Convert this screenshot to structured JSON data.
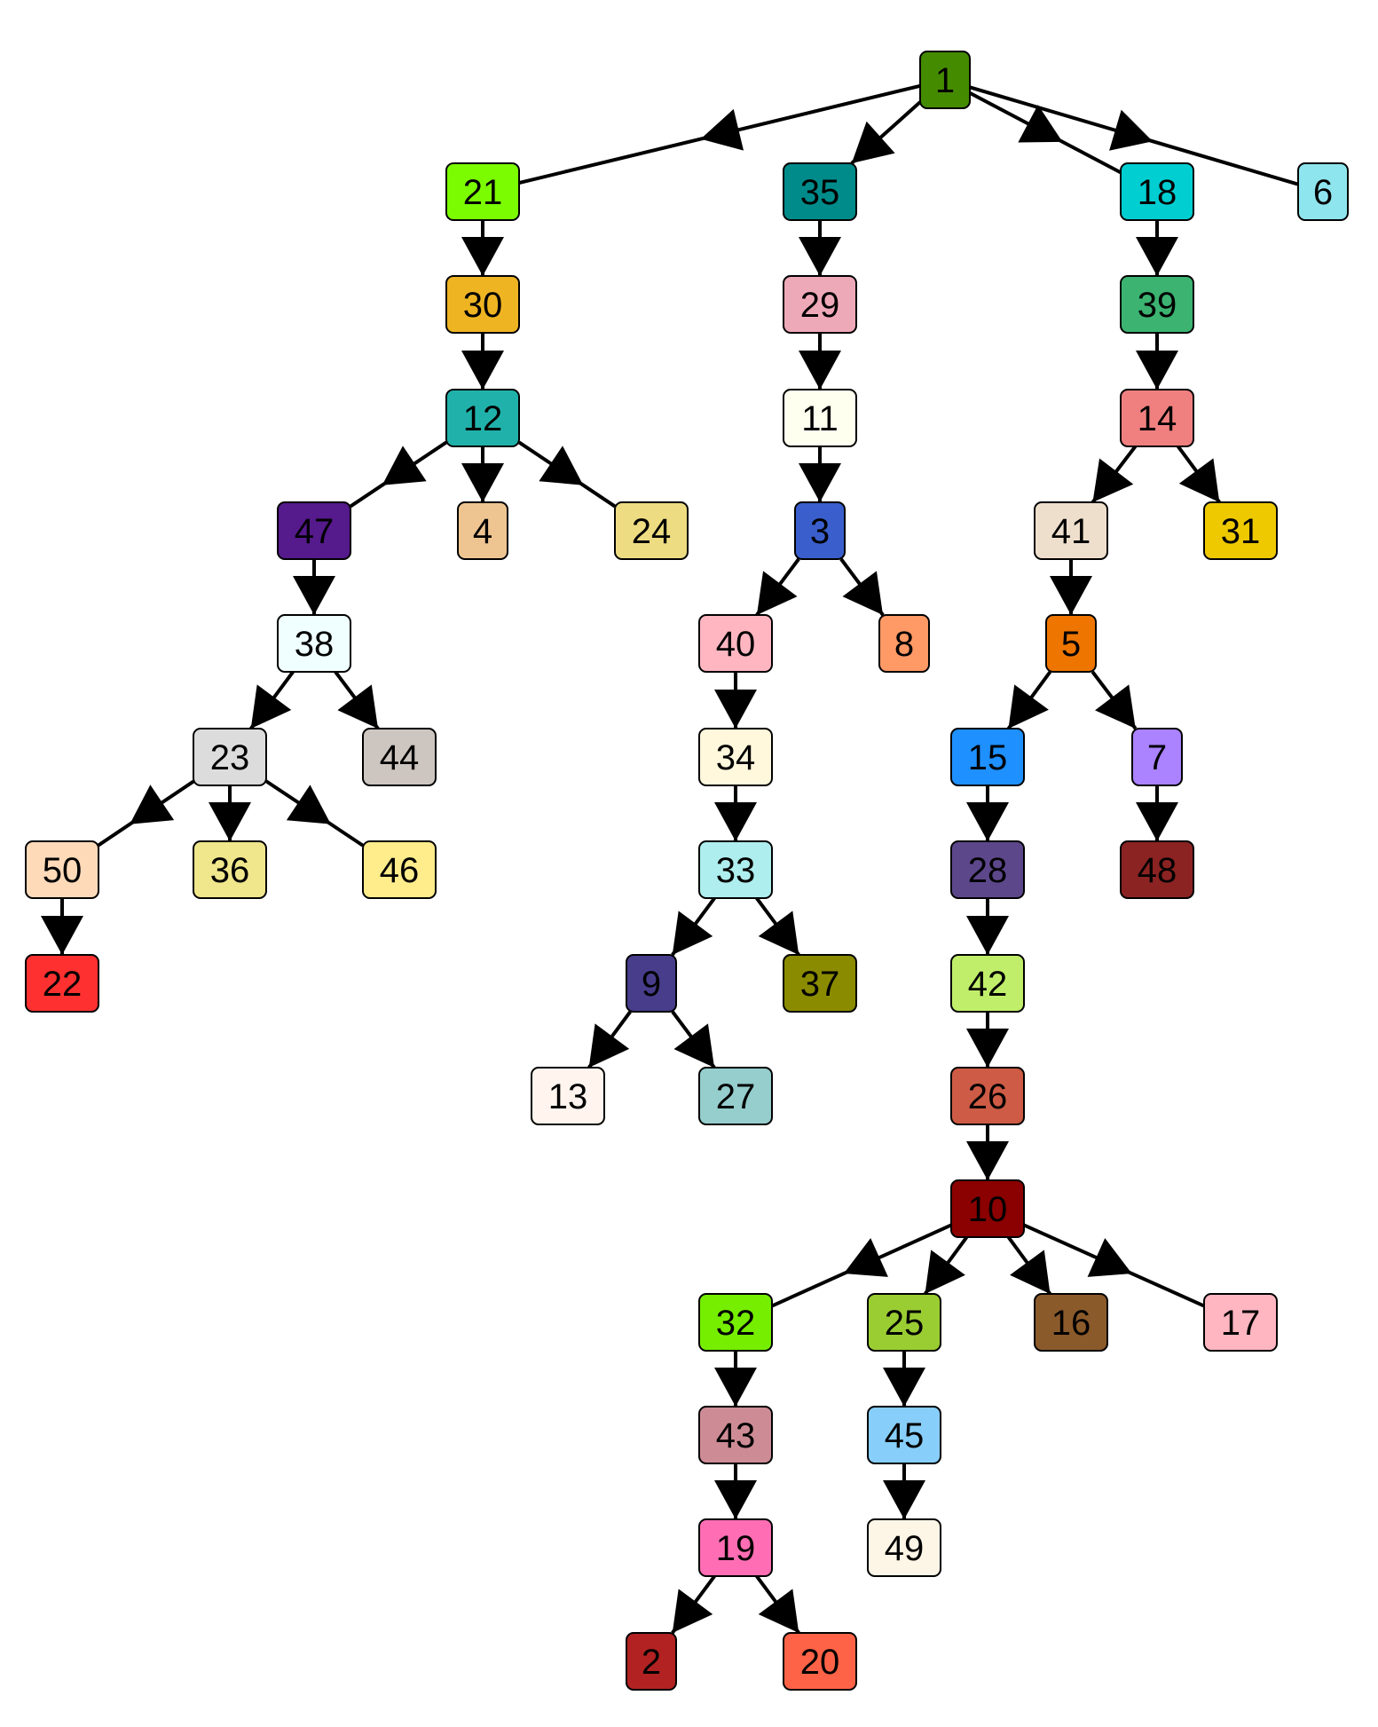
{
  "diagram": {
    "type": "tree",
    "edge_style": "directed-arrow",
    "nodes": [
      {
        "id": "1",
        "fill": "#458B00",
        "parent": null
      },
      {
        "id": "21",
        "fill": "#7CFC00",
        "parent": "1"
      },
      {
        "id": "35",
        "fill": "#008B8B",
        "parent": "1"
      },
      {
        "id": "18",
        "fill": "#00CED1",
        "parent": "1"
      },
      {
        "id": "6",
        "fill": "#8EE5EE",
        "parent": "1"
      },
      {
        "id": "30",
        "fill": "#EEB422",
        "parent": "21"
      },
      {
        "id": "12",
        "fill": "#20B2AA",
        "parent": "30"
      },
      {
        "id": "47",
        "fill": "#551A8B",
        "parent": "12"
      },
      {
        "id": "4",
        "fill": "#EEC591",
        "parent": "12"
      },
      {
        "id": "24",
        "fill": "#EEDC82",
        "parent": "12"
      },
      {
        "id": "38",
        "fill": "#F0FFFF",
        "parent": "47"
      },
      {
        "id": "23",
        "fill": "#DCDCDC",
        "parent": "38"
      },
      {
        "id": "44",
        "fill": "#CDC5BF",
        "parent": "38"
      },
      {
        "id": "50",
        "fill": "#FFDAB9",
        "parent": "23"
      },
      {
        "id": "36",
        "fill": "#F0E68C",
        "parent": "23"
      },
      {
        "id": "46",
        "fill": "#FFEC8B",
        "parent": "23"
      },
      {
        "id": "22",
        "fill": "#FF3030",
        "parent": "50"
      },
      {
        "id": "29",
        "fill": "#EEA9B8",
        "parent": "35"
      },
      {
        "id": "11",
        "fill": "#FFFFF0",
        "parent": "29"
      },
      {
        "id": "3",
        "fill": "#3A5FCD",
        "parent": "11"
      },
      {
        "id": "40",
        "fill": "#FFB6C1",
        "parent": "3"
      },
      {
        "id": "8",
        "fill": "#FF9966",
        "parent": "3"
      },
      {
        "id": "34",
        "fill": "#FFF8DC",
        "parent": "40"
      },
      {
        "id": "33",
        "fill": "#AEEEEE",
        "parent": "34"
      },
      {
        "id": "9",
        "fill": "#483D8B",
        "parent": "33"
      },
      {
        "id": "37",
        "fill": "#8B8B00",
        "parent": "33"
      },
      {
        "id": "13",
        "fill": "#FFF5EE",
        "parent": "9"
      },
      {
        "id": "27",
        "fill": "#96CDCD",
        "parent": "9"
      },
      {
        "id": "39",
        "fill": "#3CB371",
        "parent": "18"
      },
      {
        "id": "14",
        "fill": "#F08080",
        "parent": "39"
      },
      {
        "id": "41",
        "fill": "#EEDFCC",
        "parent": "14"
      },
      {
        "id": "31",
        "fill": "#EEC900",
        "parent": "14"
      },
      {
        "id": "5",
        "fill": "#EE7600",
        "parent": "41"
      },
      {
        "id": "15",
        "fill": "#1E90FF",
        "parent": "5"
      },
      {
        "id": "7",
        "fill": "#AB82FF",
        "parent": "5"
      },
      {
        "id": "48",
        "fill": "#8B2323",
        "parent": "7"
      },
      {
        "id": "28",
        "fill": "#5D478B",
        "parent": "15"
      },
      {
        "id": "42",
        "fill": "#C0EE6A",
        "parent": "28"
      },
      {
        "id": "26",
        "fill": "#CD5B45",
        "parent": "42"
      },
      {
        "id": "10",
        "fill": "#8B0000",
        "parent": "26"
      },
      {
        "id": "32",
        "fill": "#76EE00",
        "parent": "10"
      },
      {
        "id": "25",
        "fill": "#9ACD32",
        "parent": "10"
      },
      {
        "id": "16",
        "fill": "#8B5A2B",
        "parent": "10"
      },
      {
        "id": "17",
        "fill": "#FFB6C1",
        "parent": "10"
      },
      {
        "id": "43",
        "fill": "#CD8C95",
        "parent": "32"
      },
      {
        "id": "19",
        "fill": "#FF6EB4",
        "parent": "43"
      },
      {
        "id": "2",
        "fill": "#B22222",
        "parent": "19"
      },
      {
        "id": "20",
        "fill": "#FF6347",
        "parent": "19"
      },
      {
        "id": "45",
        "fill": "#87CEFA",
        "parent": "25"
      },
      {
        "id": "49",
        "fill": "#FDF5E6",
        "parent": "45"
      }
    ]
  }
}
